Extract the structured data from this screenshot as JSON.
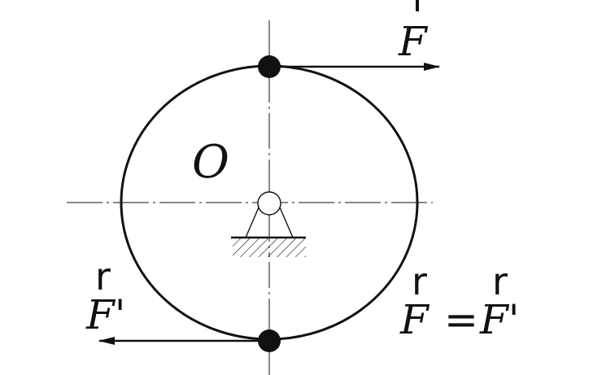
{
  "labels": {
    "center": "O",
    "force_top": "F",
    "force_top_vec": "r",
    "force_bottom": "F'",
    "force_bottom_vec": "r",
    "equation_left": "F",
    "equation_left_vec": "r",
    "equation_eq": "=",
    "equation_right": "F'",
    "equation_right_vec": "r"
  },
  "colors": {
    "ink": "#111111",
    "background": "#ffffff"
  }
}
